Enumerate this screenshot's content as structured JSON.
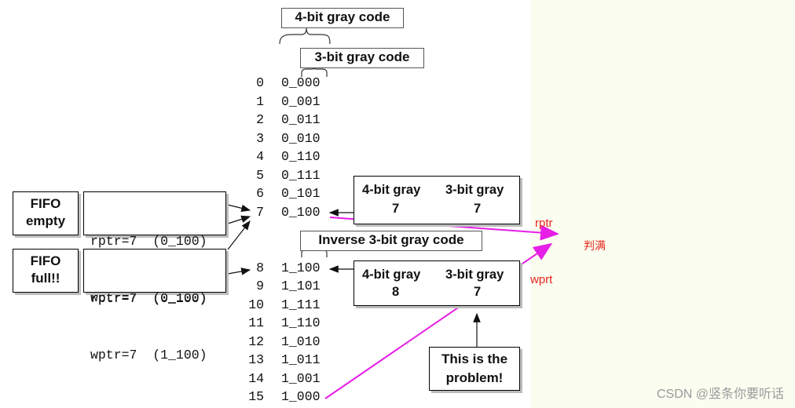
{
  "titles": {
    "four_bit": "4-bit gray code",
    "three_bit": "3-bit gray code",
    "inverse": "Inverse 3-bit gray code"
  },
  "codes": [
    {
      "idx": "0",
      "code": "0_000"
    },
    {
      "idx": "1",
      "code": "0_001"
    },
    {
      "idx": "2",
      "code": "0_011"
    },
    {
      "idx": "3",
      "code": "0_010"
    },
    {
      "idx": "4",
      "code": "0_110"
    },
    {
      "idx": "5",
      "code": "0_111"
    },
    {
      "idx": "6",
      "code": "0_101"
    },
    {
      "idx": "7",
      "code": "0_100"
    },
    {
      "idx": "8",
      "code": "1_100"
    },
    {
      "idx": "9",
      "code": "1_101"
    },
    {
      "idx": "10",
      "code": "1_111"
    },
    {
      "idx": "11",
      "code": "1_110"
    },
    {
      "idx": "12",
      "code": "1_010"
    },
    {
      "idx": "13",
      "code": "1_011"
    },
    {
      "idx": "14",
      "code": "1_001"
    },
    {
      "idx": "15",
      "code": "1_000"
    }
  ],
  "fifo_empty": {
    "label_line1": "FIFO",
    "label_line2": "empty",
    "rptr": "rptr=7  (0_100)",
    "wptr": "wptr=7  (0_100)"
  },
  "fifo_full": {
    "label_line1": "FIFO",
    "label_line2": "full!!",
    "rptr": "rptr=7  (0_100)",
    "wptr": "wptr=7  (1_100)"
  },
  "gray_box_top": {
    "h1": "4-bit gray",
    "h2": "3-bit gray",
    "v1": "7",
    "v2": "7"
  },
  "gray_box_bottom": {
    "h1": "4-bit gray",
    "h2": "3-bit gray",
    "v1": "8",
    "v2": "7"
  },
  "problem": {
    "line1": "This is the",
    "line2": "problem!"
  },
  "annotations": {
    "rptr": "rptr",
    "wprt": "wprt",
    "judge_full": "判满",
    "color": "#e8271d",
    "arrow_color": "#e61ee6"
  },
  "watermark": "CSDN @竖条你要听话"
}
